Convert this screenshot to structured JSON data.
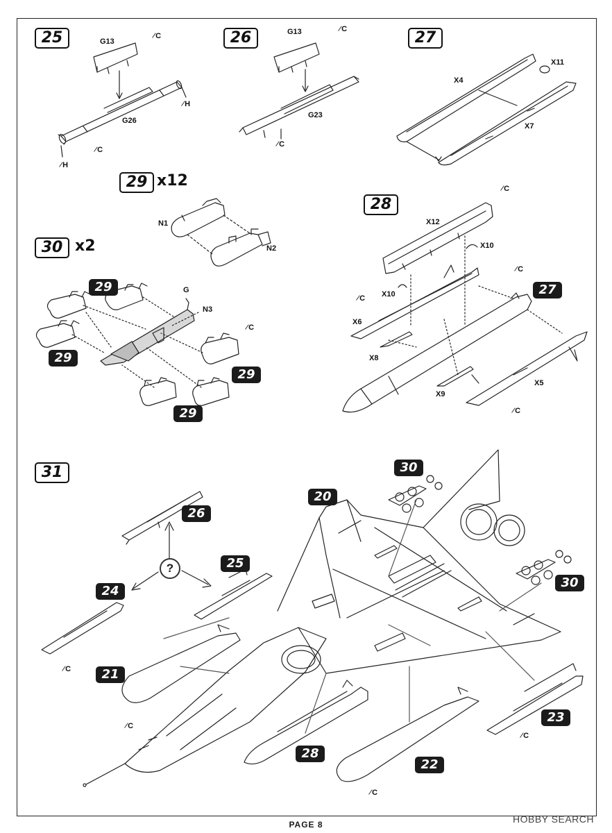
{
  "steps": {
    "s25": "25",
    "s26": "26",
    "s27": "27",
    "s28": "28",
    "s29": "29",
    "s30": "30",
    "s31": "31",
    "multiplier_29": "x12",
    "multiplier_30": "x2"
  },
  "part_labels": {
    "G13a": "G13",
    "G26": "G26",
    "G13b": "G13",
    "G23": "G23",
    "X4": "X4",
    "X11": "X11",
    "X7": "X7",
    "N1": "N1",
    "N2": "N2",
    "N3": "N3",
    "G_pylon": "G",
    "X12": "X12",
    "X10a": "X10",
    "X10b": "X10",
    "X6": "X6",
    "X8": "X8",
    "X9": "X9",
    "X5": "X5"
  },
  "glue_labels": {
    "c": "C",
    "h": "H"
  },
  "callouts": {
    "c29_a": "29",
    "c29_b": "29",
    "c29_c": "29",
    "c29_d": "29",
    "c27_in28": "27",
    "c30_a": "30",
    "c30_b": "30",
    "c20": "20",
    "c26": "26",
    "c25": "25",
    "c24": "24",
    "c21": "21",
    "c28": "28",
    "c22": "22",
    "c23": "23"
  },
  "question_mark": "?",
  "footer": {
    "page": "PAGE 8",
    "watermark": "HOBBY SEARCH"
  }
}
